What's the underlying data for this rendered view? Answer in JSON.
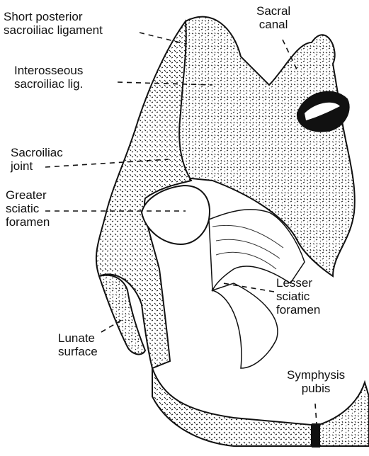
{
  "labels": {
    "short_posterior": [
      "Short posterior",
      "sacroiliac ligament"
    ],
    "sacral_canal": [
      "Sacral",
      "canal"
    ],
    "interosseous": [
      "Interosseous",
      "sacroiliac lig."
    ],
    "sacroiliac_joint": [
      "Sacroiliac",
      "joint"
    ],
    "greater_sciatic": [
      "Greater",
      "sciatic",
      "foramen"
    ],
    "lesser_sciatic": [
      "Lesser",
      "sciatic",
      "foramen"
    ],
    "lunate_surface": [
      "Lunate",
      "surface"
    ],
    "symphysis_pubis": [
      "Symphysis",
      "pubis"
    ]
  }
}
